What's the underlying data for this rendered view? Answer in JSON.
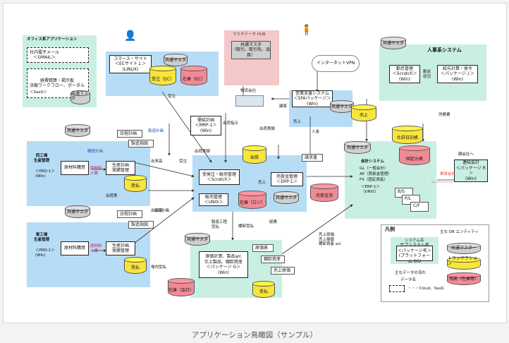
{
  "caption": "アプリケーション鳥瞰図（サンプル）",
  "colors": {
    "green_zone": "#c9efe3",
    "blue_zone": "#b7dcf5",
    "pink_zone": "#f4c7c9",
    "yellow_db": "#f7e53b",
    "pink_db": "#f08b95",
    "gray_db": "#cfcfcf"
  },
  "office": {
    "title": "オフィス系アプリケーション",
    "mail": "社内電子メール\n＜GMAIL＞",
    "expense": "経費精算・掲示板\n決裁ワークフロー、ポータル",
    "saas": "＜SaaS＞",
    "common_master": "共通マスタ"
  },
  "ec": {
    "name": "コマース・サイト\n＜ECサイト１＞\n(LINUX)",
    "common_master": "共通マスタ",
    "orders_db": "受注（EC）",
    "stock_db": "在庫（EC）",
    "flow_orders": "受注"
  },
  "hub": {
    "title": "マスタデータ HUB",
    "master": "共通マスタ\n（取引、取引先、品目）"
  },
  "logistics": {
    "label": "物流会社",
    "flow_ship": "出荷指示",
    "flow_customer": "顧客"
  },
  "vpn": {
    "label": "インターネットVPN"
  },
  "sales_support": {
    "name": "営業支援システム\n＜SFAパッケージ＞\n(Win)",
    "common_master": "共通マスタ",
    "sales_db": "売上"
  },
  "hr": {
    "title": "人事系システム",
    "common_master": "共通マスタ",
    "attendance": "勤怠管理\n＜Scratch＞\n(Win)",
    "payroll": "給与計算・発令\n＜パッケージＪ＞\n(Win)",
    "flow_attendance": "勤怠\n状況",
    "flow_labor": "労務費"
  },
  "mrp": {
    "name": "需給計画\n＜MRP-1＞\n(Win)",
    "flow_plan": "製造計画",
    "flow_ship_plan": "出荷実績"
  },
  "plant_west": {
    "title": "西工場\n生産管理",
    "prd": "＜PRD-1＞\n(Win)",
    "common_master": "共通マスタ",
    "daily_plan": "日程計画",
    "mfg_order": "製造指図",
    "material": "原材料購買",
    "production": "生産計画\n実績管理",
    "flow_purchase": "購買計画",
    "flow_material_in": "原材料\n入庫",
    "flow_out": "出来高",
    "flow_ship": "出荷実",
    "pay_db": "受払"
  },
  "plant_east": {
    "title": "東工場\n生産管理",
    "prd": "＜PRD-1＞\n(Win)",
    "common_master": "共通マスタ",
    "daily_plan": "日程計画",
    "mfg_order": "製造指図",
    "material": "原材料購買",
    "production": "生産計画\n実績管理",
    "flow_material_in": "原材料\n入庫",
    "flow_out": "出来高",
    "pay_db": "受払"
  },
  "sales": {
    "order_mgmt": "受発注・販売管理\n＜Scratch＞",
    "sales_mgmt": "販売管理\n＜UNIX＞",
    "ship_db": "出荷",
    "stock_db": "在庫（ロジ）",
    "flow_order": "受注",
    "flow_sell": "売上",
    "flow_ship_plan": "出荷計画",
    "flow_shipped": "出荷実績"
  },
  "receivable": {
    "name": "売掛金管理\n＜ERP-1＞",
    "common_master": "共通マスタ",
    "invoice": "請求書",
    "receipt_db": "売掛金消",
    "flow_invoice": "入金",
    "flow_sales": "売上"
  },
  "accounting": {
    "common_master": "共通マスタ",
    "name": "会計システム",
    "gl": "GL（一般会計）",
    "ap": "AP（買掛金管理）",
    "fx": "FX（固定資産）",
    "erp": "＜ERP-1＞\n（UNIX）",
    "daily_db": "仕訳日記帳",
    "fixed_db": "固定元帳",
    "doc_bs": "B/S",
    "doc_pl": "P/L",
    "doc_cf": "C/F",
    "flow_consol": "単体会計",
    "flow_to_group": "親会社へ"
  },
  "consolidation": {
    "name": "連結会計\n＜パッケージ R＞\n(Win)"
  },
  "cost": {
    "common_master": "共通マスタ",
    "name": "原価計算、製品a/c\n仕上製品、棚卸資産\n＜パッケージ G＞\n(Win)",
    "cost_table": "原価表",
    "ledger": "棚卸資産",
    "sales_cost": "売上原価",
    "stock_db": "在庫（会計）",
    "pay_db": "受払",
    "flow_process": "製造工程\n受払",
    "flow_stock": "棚卸受払",
    "flow_cost": "経費",
    "flow_sale_cost": "売上原価\n売上振替\n棚卸資産 a/c",
    "flow_inner": "場内受払"
  },
  "legend": {
    "title": "凡例",
    "system_label": "システム名",
    "system_box": "サブシステム名\n＜パッケージ名＞\n(プラットフォーム OS)",
    "entity_title": "主な DB エンティティ",
    "entity_master": "共通マスター",
    "entity_tx": "トランザクション",
    "entity_ledger": "残高（在庫等）",
    "flow_title": "主なデータの流れ",
    "flow_label": "データ名",
    "cloud_label": "・・・Cloud、SaaS"
  }
}
